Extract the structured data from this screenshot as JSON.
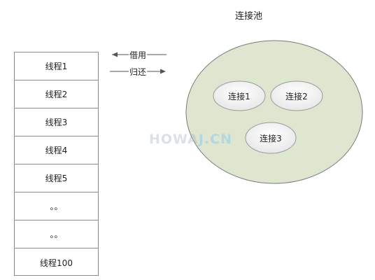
{
  "pool": {
    "title": "连接池",
    "fill_color": "#dfe6d0",
    "connections": [
      {
        "label": "连接1"
      },
      {
        "label": "连接2"
      },
      {
        "label": "连接3"
      }
    ]
  },
  "arrows": {
    "borrow_label": "借用",
    "return_label": "归还"
  },
  "threads": [
    {
      "label": "线程1"
    },
    {
      "label": "线程2"
    },
    {
      "label": "线程3"
    },
    {
      "label": "线程4"
    },
    {
      "label": "线程5"
    },
    {
      "label": "。。"
    },
    {
      "label": "。。"
    },
    {
      "label": "线程100"
    }
  ],
  "watermark": {
    "text_main": "HOWA",
    "text_accent": "J",
    "text_tail": ".CN"
  }
}
